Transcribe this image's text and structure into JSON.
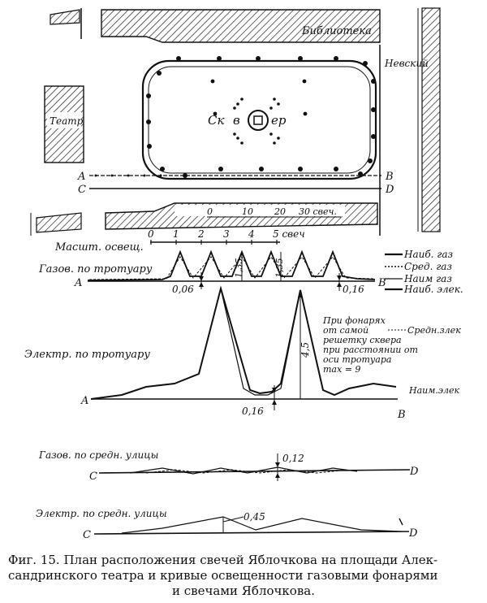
{
  "map": {
    "library": "Библиотека",
    "nevsky": "Невский",
    "theatre": "Театр",
    "square": [
      "Ск",
      "в",
      "ер"
    ],
    "row_a_left": "A",
    "row_a_right": "B",
    "row_c_left": "C",
    "row_c_right": "D",
    "map_scale": [
      "0",
      "10",
      "20",
      "30 свеч."
    ]
  },
  "scale": {
    "label": "Масшт. освещ.",
    "ticks": [
      "0",
      "1",
      "2",
      "3",
      "4",
      "5 свеч"
    ]
  },
  "gas_sidewalk": {
    "label": "Газов. по тротуару",
    "left": "A",
    "right": "B",
    "v_min": "0,06",
    "v_max": "1,35",
    "v_max2": "1,35",
    "v_right": "0,16"
  },
  "legend": {
    "items": [
      "Наиб. газ",
      "Сред. газ",
      "Наим газ",
      "Наиб. элек."
    ]
  },
  "elec_sidewalk": {
    "label": "Электр. по тротуару",
    "left": "A",
    "right": "B",
    "v_min": "0,16",
    "v_peak": "4,5",
    "mid_label": "Средн.злек",
    "min_label": "Наим.элек",
    "note": [
      "При фонарях",
      "от самой",
      "решетку сквера",
      "при расстоянии от",
      "оси тротуара",
      "max = 9"
    ]
  },
  "gas_middle": {
    "label": "Газов. по средн. улицы",
    "left": "C",
    "right": "D",
    "value": "0,12"
  },
  "elec_middle": {
    "label": "Электр. по средн. улицы",
    "left": "C",
    "right": "D",
    "value": "0,45"
  },
  "caption": {
    "line1": "Фиг. 15. План расположения свечей Яблочкова на площади Алек-",
    "line2": "сандринского театра и кривые освещенности газовыми фонарями",
    "line3": "и свечами Яблочкова."
  }
}
